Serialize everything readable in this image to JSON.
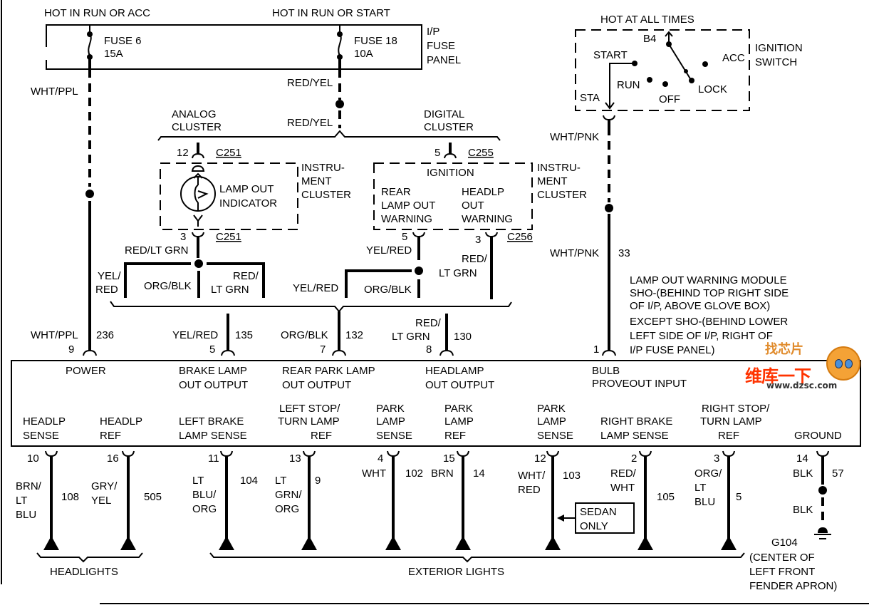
{
  "diagram": {
    "power_sources": {
      "run_acc": "HOT IN RUN OR ACC",
      "run_start": "HOT IN RUN OR START",
      "all_times": "HOT AT ALL TIMES"
    },
    "fuse_panel": {
      "label_lines": [
        "I/P",
        "FUSE",
        "PANEL"
      ],
      "fuses": [
        {
          "name": "FUSE 6",
          "rating": "15A"
        },
        {
          "name": "FUSE 18",
          "rating": "10A"
        }
      ]
    },
    "ignition_switch": {
      "label_lines": [
        "IGNITION",
        "SWITCH"
      ],
      "terminal": "B4",
      "positions": [
        "START",
        "RUN",
        "OFF",
        "LOCK",
        "ACC"
      ],
      "output": "STA"
    },
    "wires_upper": {
      "wht_ppl": "WHT/PPL",
      "red_yel_1": "RED/YEL",
      "red_yel_2": "RED/YEL",
      "wht_pnk_1": "WHT/PNK",
      "wht_pnk_2": "WHT/PNK",
      "wht_pnk_circuit": "33"
    },
    "analog_cluster": {
      "title_lines": [
        "ANALOG",
        "CLUSTER"
      ],
      "top_pin": "12",
      "top_connector": "C251",
      "bottom_pin": "3",
      "bottom_connector": "C251",
      "indicator_lines": [
        "LAMP OUT",
        "INDICATOR"
      ],
      "label_lines": [
        "INSTRU-",
        "MENT",
        "CLUSTER"
      ],
      "out_wire": "RED/LT GRN"
    },
    "digital_cluster": {
      "title_lines": [
        "DIGITAL",
        "CLUSTER"
      ],
      "top_pin": "5",
      "top_connector": "C255",
      "ignition": "IGNITION",
      "rear_warning_lines": [
        "REAR",
        "LAMP OUT",
        "WARNING"
      ],
      "headlp_warning_lines": [
        "HEADLP",
        "OUT",
        "WARNING"
      ],
      "label_lines": [
        "INSTRU-",
        "MENT",
        "CLUSTER"
      ],
      "pin_rear": "5",
      "pin_headlp": "3",
      "bottom_connector": "C256",
      "wire_rear": "YEL/RED",
      "wire_headlp_lines": [
        "RED/",
        "LT GRN"
      ]
    },
    "splice_labels": {
      "left_yelred_lines": [
        "YEL/",
        "RED"
      ],
      "left_orgblk": "ORG/BLK",
      "left_redltgrn_lines": [
        "RED/",
        "LT GRN"
      ],
      "mid_yelred": "YEL/RED",
      "mid_orgblk": "ORG/BLK"
    },
    "module_inputs": [
      {
        "wire": "WHT/PPL",
        "circuit": "236",
        "pin": "9"
      },
      {
        "wire": "YEL/RED",
        "circuit": "135",
        "pin": "5"
      },
      {
        "wire": "ORG/BLK",
        "circuit": "132",
        "pin": "7"
      },
      {
        "wire_lines": [
          "RED/",
          "LT GRN"
        ],
        "circuit": "130",
        "pin": "8"
      },
      {
        "circuit": "",
        "pin": "1"
      }
    ],
    "module": {
      "note_lines": [
        "LAMP OUT WARNING MODULE",
        "SHO-(BEHIND TOP RIGHT SIDE",
        "OF I/P, ABOVE GLOVE BOX)",
        "EXCEPT SHO-(BEHIND LOWER",
        "LEFT SIDE OF I/P, RIGHT OF",
        "I/P FUSE PANEL)"
      ],
      "top_functions": [
        {
          "lines": [
            "POWER"
          ]
        },
        {
          "lines": [
            "BRAKE LAMP",
            "OUT OUTPUT"
          ]
        },
        {
          "lines": [
            "REAR PARK LAMP",
            "OUT OUTPUT"
          ]
        },
        {
          "lines": [
            "HEADLAMP",
            "OUT OUTPUT"
          ]
        },
        {
          "lines": [
            "BULB",
            "PROVEOUT INPUT"
          ]
        }
      ],
      "bottom_functions": [
        {
          "lines": [
            "HEADLP",
            "SENSE"
          ]
        },
        {
          "lines": [
            "HEADLP",
            "REF"
          ]
        },
        {
          "lines": [
            "LEFT BRAKE",
            "LAMP SENSE"
          ]
        },
        {
          "lines": [
            "LEFT STOP/",
            "TURN LAMP",
            "REF"
          ]
        },
        {
          "lines": [
            "PARK",
            "LAMP",
            "SENSE"
          ]
        },
        {
          "lines": [
            "PARK",
            "LAMP",
            "REF"
          ]
        },
        {
          "lines": [
            "PARK",
            "LAMP",
            "SENSE"
          ]
        },
        {
          "lines": [
            "RIGHT BRAKE",
            "LAMP SENSE"
          ]
        },
        {
          "lines": [
            "RIGHT STOP/",
            "TURN LAMP",
            "REF"
          ]
        },
        {
          "lines": [
            "GROUND"
          ]
        }
      ]
    },
    "module_outputs": [
      {
        "pin": "10",
        "wire_lines": [
          "BRN/",
          "LT",
          "BLU"
        ],
        "circuit": "108"
      },
      {
        "pin": "16",
        "wire_lines": [
          "GRY/",
          "YEL"
        ],
        "circuit": "505"
      },
      {
        "pin": "11",
        "wire_lines": [
          "LT",
          "BLU/",
          "ORG"
        ],
        "circuit": "104"
      },
      {
        "pin": "13",
        "wire_lines": [
          "LT",
          "GRN/",
          "ORG"
        ],
        "circuit": "9"
      },
      {
        "pin": "4",
        "wire_lines": [
          "WHT"
        ],
        "circuit": "102"
      },
      {
        "pin": "15",
        "wire_lines": [
          "BRN"
        ],
        "circuit": "14"
      },
      {
        "pin": "12",
        "wire_lines": [
          "WHT/",
          "RED"
        ],
        "circuit": "103"
      },
      {
        "pin": "2",
        "wire_lines": [
          "RED/",
          "WHT"
        ],
        "circuit": "105"
      },
      {
        "pin": "3",
        "wire_lines": [
          "ORG/",
          "LT",
          "BLU"
        ],
        "circuit": "5"
      },
      {
        "pin": "14",
        "wire_lines": [
          "BLK"
        ],
        "circuit": "57"
      }
    ],
    "sedan_note_lines": [
      "SEDAN",
      "ONLY"
    ],
    "ground": {
      "wire": "BLK",
      "id": "G104",
      "location_lines": [
        "(CENTER OF",
        "LEFT FRONT",
        "FENDER APRON)"
      ]
    },
    "groups": {
      "headlights": "HEADLIGHTS",
      "exterior": "EXTERIOR LIGHTS"
    }
  },
  "watermark": {
    "top": "找芯片",
    "cn": "维库一下",
    "url": "www.dzsc.com"
  }
}
